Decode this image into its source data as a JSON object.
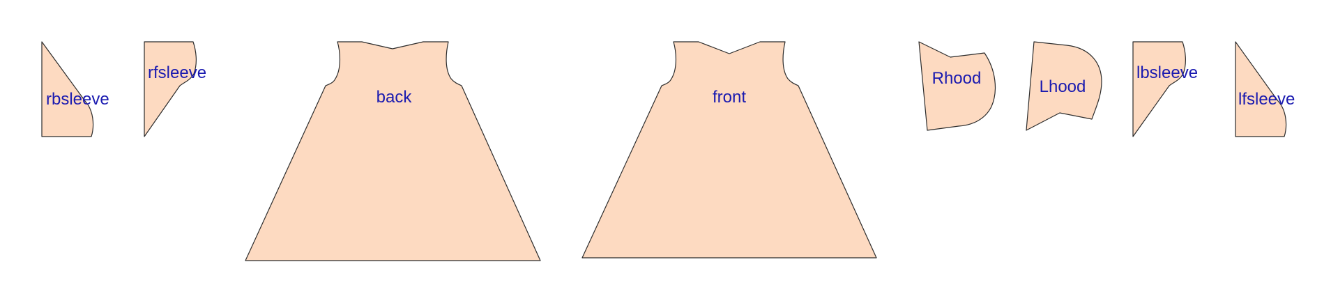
{
  "colors": {
    "fill": "#fddac1",
    "stroke": "#2b2b2b",
    "label": "#1a1ab0"
  },
  "pieces": [
    {
      "id": "rbsleeve",
      "label": "rbsleeve"
    },
    {
      "id": "rfsleeve",
      "label": "rfsleeve"
    },
    {
      "id": "back",
      "label": "back"
    },
    {
      "id": "front",
      "label": "front"
    },
    {
      "id": "rhood",
      "label": "Rhood"
    },
    {
      "id": "lhood",
      "label": "Lhood"
    },
    {
      "id": "lbsleeve",
      "label": "lbsleeve"
    },
    {
      "id": "lfsleeve",
      "label": "lfsleeve"
    }
  ]
}
